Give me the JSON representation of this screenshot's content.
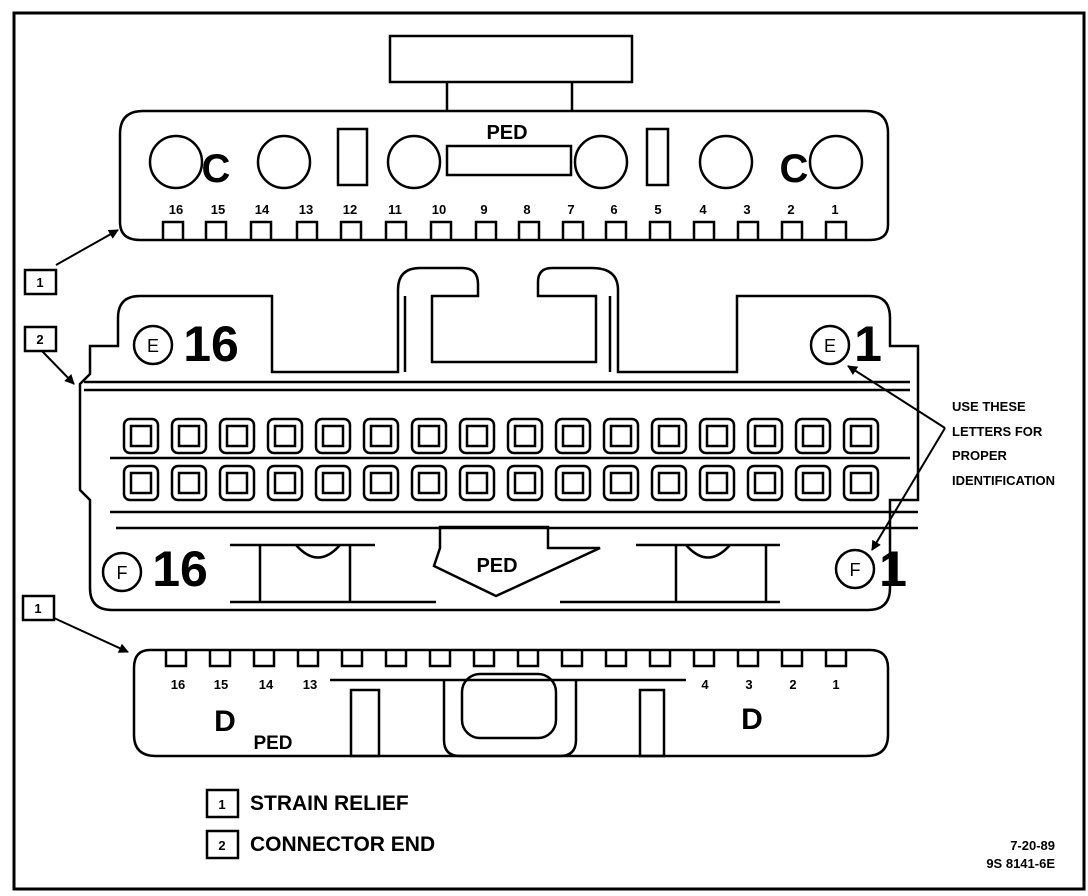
{
  "top_strain_relief": {
    "label": "PED",
    "c_left": "C",
    "c_right": "C",
    "pins": [
      "16",
      "15",
      "14",
      "13",
      "12",
      "11",
      "10",
      "9",
      "8",
      "7",
      "6",
      "5",
      "4",
      "3",
      "2",
      "1"
    ]
  },
  "connector_end": {
    "e_letter": "E",
    "f_letter": "F",
    "row_e_left": "16",
    "row_e_right": "1",
    "row_f_left": "16",
    "row_f_right": "1",
    "arrow_label": "PED"
  },
  "bottom_strain_relief": {
    "pins_left": [
      "16",
      "15",
      "14",
      "13"
    ],
    "pins_right": [
      "4",
      "3",
      "2",
      "1"
    ],
    "d_left": "D",
    "d_left_sub": "PED",
    "d_right": "D"
  },
  "callouts": {
    "one": "1",
    "two": "2"
  },
  "side_note": [
    "USE THESE",
    "LETTERS FOR",
    "PROPER",
    "IDENTIFICATION"
  ],
  "legend": [
    {
      "num": "1",
      "label": "STRAIN RELIEF"
    },
    {
      "num": "2",
      "label": "CONNECTOR END"
    }
  ],
  "figure_id": {
    "date": "7-20-89",
    "code": "9S 8141-6E"
  }
}
